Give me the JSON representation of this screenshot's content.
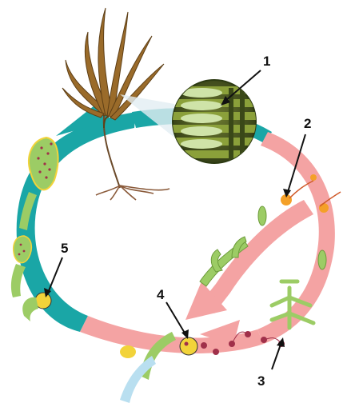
{
  "diagram": {
    "labels": [
      "1",
      "2",
      "3",
      "4",
      "5"
    ],
    "colors": {
      "asexual_arrow": "#1aa6a6",
      "sexual_arrow": "#f4a3a3",
      "kelp": "#9a6b2a",
      "holdfast": "#8a5a3a",
      "gametophyte": "#9ccc65",
      "spore": "#f2d33a",
      "sperm": "#a0304a",
      "sorus": "#4d5a22"
    }
  }
}
